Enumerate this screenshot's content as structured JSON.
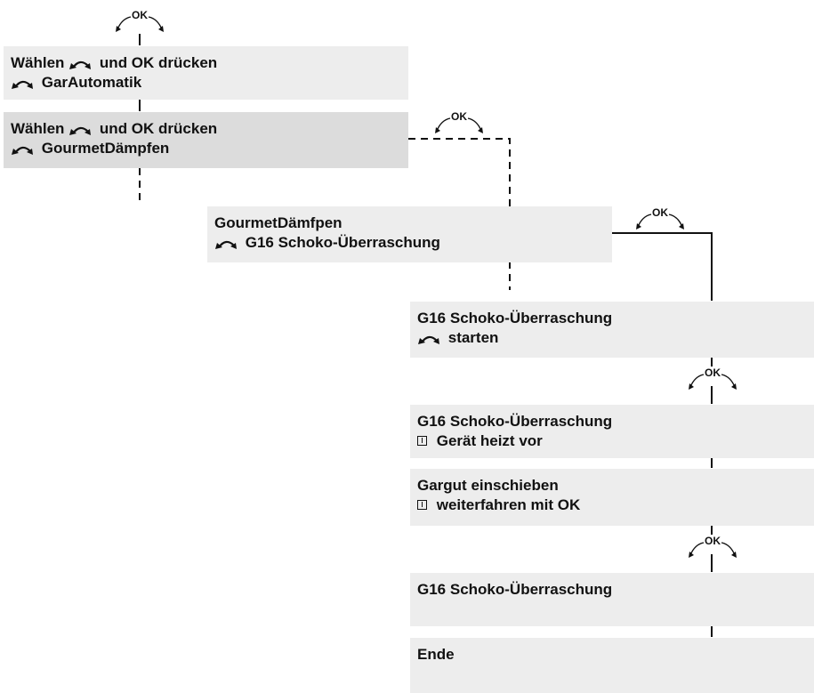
{
  "ok_label": "OK",
  "boxes": [
    {
      "line1": "Wählen",
      "line1_suffix": "und OK drücken",
      "line2": "GarAutomatik"
    },
    {
      "line1": "Wählen",
      "line1_suffix": "und OK drücken",
      "line2": "GourmetDämpfen"
    },
    {
      "line1": "GourmetDämfpen",
      "line2": "G16 Schoko-Überraschung"
    },
    {
      "line1": "G16 Schoko-Überraschung",
      "line2": "starten"
    },
    {
      "line1": "G16 Schoko-Überraschung",
      "line2": "Gerät heizt vor"
    },
    {
      "line1": "Gargut einschieben",
      "line2": "weiterfahren mit OK"
    },
    {
      "line1": "G16 Schoko-Überraschung"
    },
    {
      "line1": "Ende"
    }
  ],
  "icons": {
    "rotate": "rotary-selector-icon",
    "info": "info-icon"
  },
  "colors": {
    "box_light": "#ededed",
    "box_dark": "#dcdcdc",
    "line": "#111111"
  }
}
